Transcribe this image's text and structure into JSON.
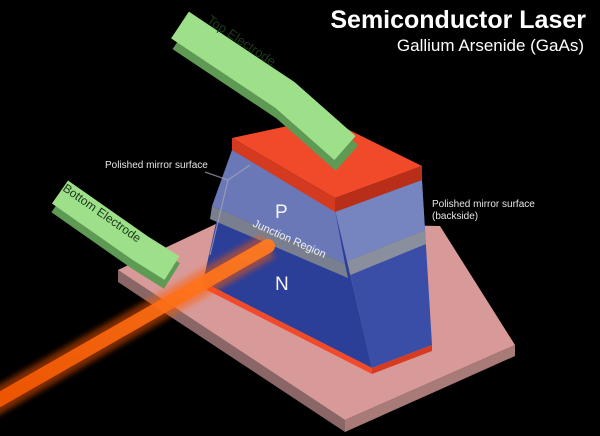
{
  "title": "Semiconductor Laser",
  "subtitle": "Gallium Arsenide (GaAs)",
  "labels": {
    "top_electrode": "Top Electrode",
    "bottom_electrode": "Bottom Electrode",
    "polished_front": "Polished mirror surface",
    "polished_back_1": "Polished mirror surface",
    "polished_back_2": "(backside)",
    "p_region": "P",
    "n_region": "N",
    "junction": "Junction Region"
  },
  "colors": {
    "substrate": "#d89a98",
    "p_layer": "#6a78b8",
    "n_layer": "#2c3f98",
    "junction": "#7a7f90",
    "contact": "#f04a2a",
    "electrode": "#9ee08a",
    "beam": "#ff6a10"
  }
}
